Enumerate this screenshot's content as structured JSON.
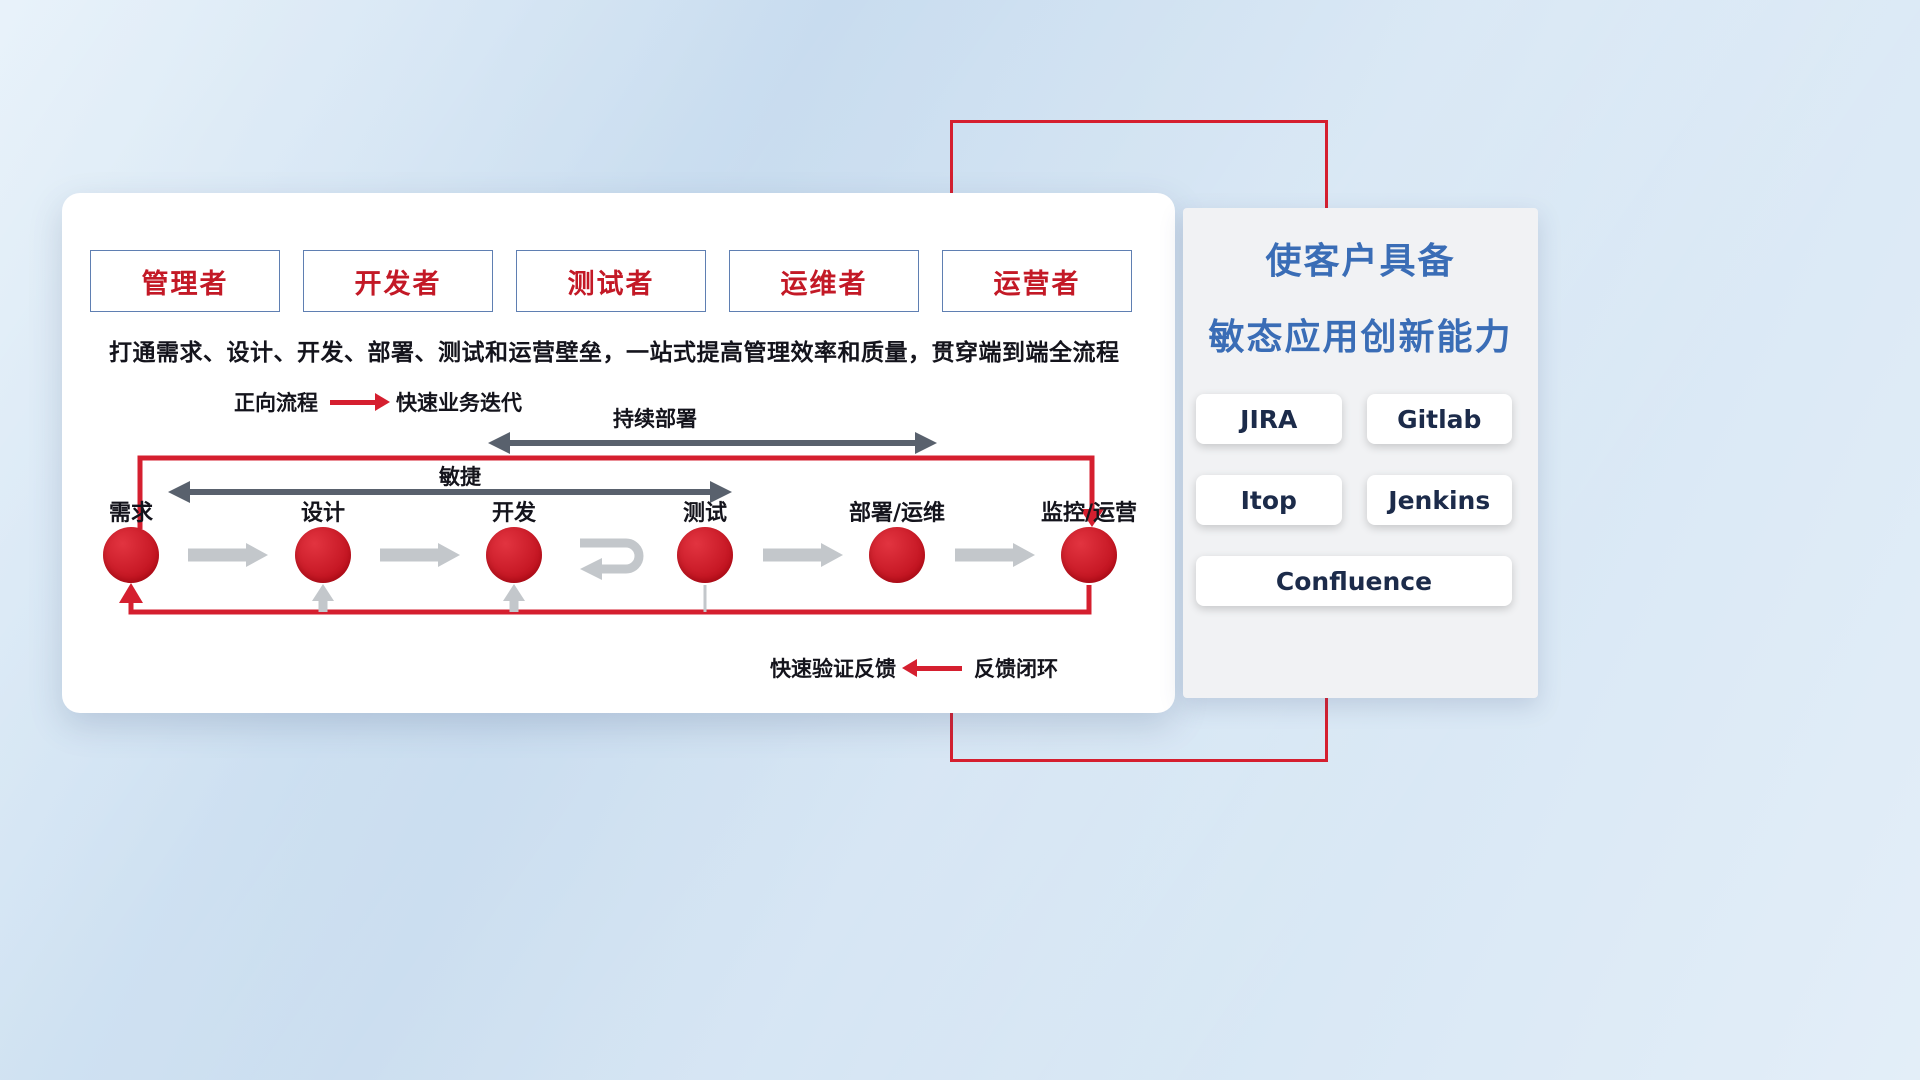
{
  "roles": [
    {
      "label": "管理者"
    },
    {
      "label": "开发者"
    },
    {
      "label": "测试者"
    },
    {
      "label": "运维者"
    },
    {
      "label": "运营者"
    }
  ],
  "description": "打通需求、设计、开发、部署、测试和运营壁垒，一站式提高管理效率和质量，贯穿端到端全流程",
  "legend_forward": {
    "label": "正向流程",
    "value": "快速业务迭代"
  },
  "legend_feedback": {
    "label": "快速验证反馈",
    "value": "反馈闭环"
  },
  "flow": {
    "continuous_label": "持续部署",
    "agile_label": "敏捷",
    "stages": [
      "需求",
      "设计",
      "开发",
      "测试",
      "部署/运维",
      "监控/运营"
    ]
  },
  "right_panel": {
    "title_line1": "使客户具备",
    "title_line2": "敏态应用创新能力",
    "tools": [
      "JIRA",
      "Gitlab",
      "Itop",
      "Jenkins",
      "Confluence"
    ]
  },
  "colors": {
    "accent": "#d51f2f",
    "title-blue": "#3a6db6",
    "role-red": "#c31926",
    "role-border": "#5f7fb2",
    "dark-arrow": "#59616d",
    "gray-arrow": "#c3c7cb",
    "text-dark": "#14141c",
    "tool-text": "#1c2b4a"
  }
}
